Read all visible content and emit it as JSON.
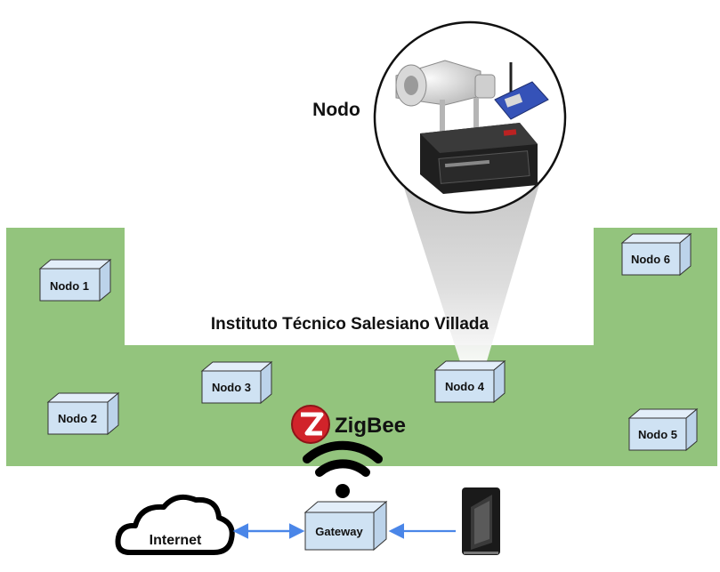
{
  "campus": {
    "title": "Instituto Técnico Salesiano Villada",
    "fill_color": "#93c47d"
  },
  "callout": {
    "label": "Nodo",
    "components": [
      "horn-speaker",
      "xbee-radio-module",
      "battery"
    ]
  },
  "nodes": [
    {
      "label": "Nodo 1"
    },
    {
      "label": "Nodo 2"
    },
    {
      "label": "Nodo 3"
    },
    {
      "label": "Nodo 4"
    },
    {
      "label": "Nodo 5"
    },
    {
      "label": "Nodo 6"
    }
  ],
  "network": {
    "protocol_logo_text": "ZigBee",
    "gateway_label": "Gateway",
    "cloud_label": "Internet",
    "switch_icon": "rocker-switch-icon",
    "arrow_color": "#4a86e8"
  },
  "colors": {
    "box_front": "#cfe2f3",
    "box_side": "#bcd3ea",
    "box_top": "#e3eef9",
    "zigbee_red": "#d1232a"
  }
}
